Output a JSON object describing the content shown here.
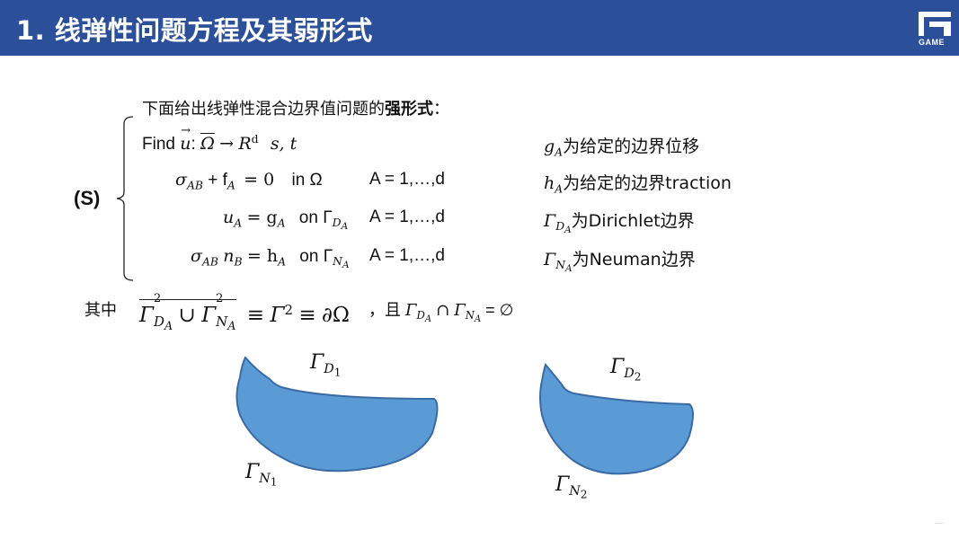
{
  "header": {
    "title": "1. 线弹性问题方程及其弱形式",
    "logo_text": "GAME",
    "bg_color": "#2c4f9a"
  },
  "intro": {
    "prefix": "下面给出线弹性混合边界值问题的",
    "bold": "强形式",
    "colon": "："
  },
  "system_label": "(S)",
  "equations": {
    "row1": {
      "find": "Find",
      "u": "u",
      "colon": ":",
      "omega_bar": "Ω",
      "arrow": "→",
      "R": "R",
      "d": "d",
      "st": "s, t"
    },
    "row2": {
      "sigma": "σ",
      "sigma_sub": "AB",
      "plus": "+ f",
      "f_sub": "A",
      "eq": "= 0",
      "domain": "in Ω",
      "range": "A = 1,…,d"
    },
    "row3": {
      "u": "u",
      "u_sub": "A",
      "eq": "= g",
      "g_sub": "A",
      "on": "on Γ",
      "gamma_sub": "D",
      "gamma_subsub": "A",
      "range": "A = 1,…,d"
    },
    "row4": {
      "sigma": "σ",
      "sigma_sub": "AB",
      "n": "n",
      "n_sub": "B",
      "eq": "= h",
      "h_sub": "A",
      "on": "on Γ",
      "gamma_sub": "N",
      "gamma_subsub": "A",
      "range": "A = 1,…,d"
    }
  },
  "notes": [
    {
      "sym": "g",
      "sub": "A",
      "subsub": "",
      "text": "为给定的边界位移"
    },
    {
      "sym": "h",
      "sub": "A",
      "subsub": "",
      "text": "为给定的边界traction"
    },
    {
      "sym": "Γ",
      "sub": "D",
      "subsub": "A",
      "text": "为Dirichlet边界"
    },
    {
      "sym": "Γ",
      "sub": "N",
      "subsub": "A",
      "text": "为Neuman边界"
    }
  ],
  "where": {
    "label": "其中",
    "g1": "Γ",
    "g1_sup": "2",
    "g1_sub": "D",
    "g1_subsub": "A",
    "cup": "∪",
    "g2": "Γ",
    "g2_sup": "2",
    "g2_sub": "N",
    "g2_subsub": "A",
    "equiv1": "≡",
    "g3": "Γ",
    "g3_sup": "2",
    "equiv2": "≡",
    "boundary": "∂Ω",
    "comma_and": "，且",
    "g4": "Γ",
    "g4_sub": "D",
    "g4_subsub": "A",
    "cap": "∩",
    "g5": "Γ",
    "g5_sub": "N",
    "g5_subsub": "A",
    "empty": "= ∅"
  },
  "figures": [
    {
      "top_label": "Γ",
      "top_sub": "D",
      "top_subsub": "1",
      "bottom_label": "Γ",
      "bottom_sub": "N",
      "bottom_subsub": "1"
    },
    {
      "top_label": "Γ",
      "top_sub": "D",
      "top_subsub": "2",
      "bottom_label": "Γ",
      "bottom_sub": "N",
      "bottom_subsub": "2"
    }
  ],
  "colors": {
    "shape_fill": "#5b9bd5",
    "shape_stroke": "#3a6aa3"
  }
}
